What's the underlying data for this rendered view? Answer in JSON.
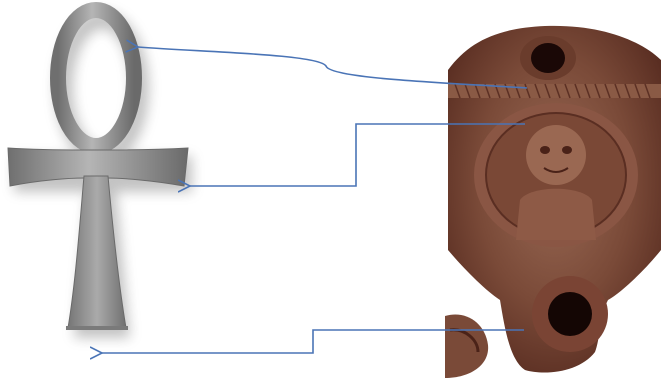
{
  "figure": {
    "background": "#ffffff",
    "ankh_color": "#8f8f8f",
    "ankh_highlight": "#b9b9b9",
    "arrow_color": "#4a74b6",
    "lamp_color": "#7a4a38",
    "lamp_dark": "#3a1a12",
    "lamp_light": "#a0705a"
  },
  "elements": {
    "ankh": "ankh-icon",
    "lamp": "oil-lamp-photo",
    "arrows": [
      "arrow-loop",
      "arrow-crossbar",
      "arrow-base"
    ]
  }
}
